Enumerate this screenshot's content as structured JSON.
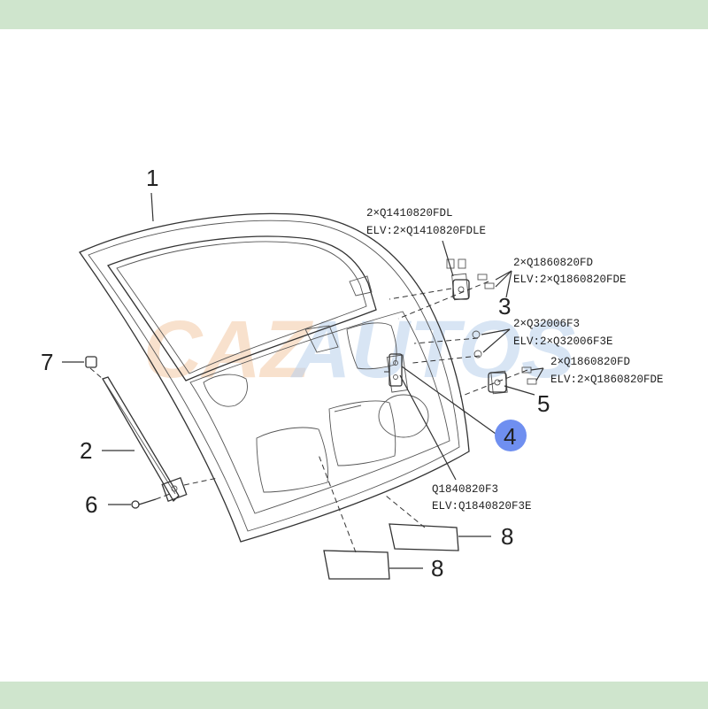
{
  "watermark": {
    "part1": "CAZ",
    "part2": "AUTOS"
  },
  "callouts": {
    "c1": "1",
    "c2": "2",
    "c3": "3",
    "c4": "4",
    "c5": "5",
    "c6": "6",
    "c7": "7",
    "c8a": "8",
    "c8b": "8"
  },
  "part_codes": {
    "p3_upper_line1": "2×Q1410820FDL",
    "p3_upper_line2": "ELV:2×Q1410820FDLE",
    "p3_right_line1": "2×Q1860820FD",
    "p3_right_line2": "ELV:2×Q1860820FDE",
    "p5_upper_line1": "2×Q32006F3",
    "p5_upper_line2": "ELV:2×Q32006F3E",
    "p5_lower_line1": "2×Q1860820FD",
    "p5_lower_line2": "ELV:2×Q1860820FDE",
    "p4_line1": "Q1840820F3",
    "p4_line2": "ELV:Q1840820F3E"
  },
  "colors": {
    "band": "#cfe5cd",
    "highlight_badge": "#6f8ff0"
  }
}
